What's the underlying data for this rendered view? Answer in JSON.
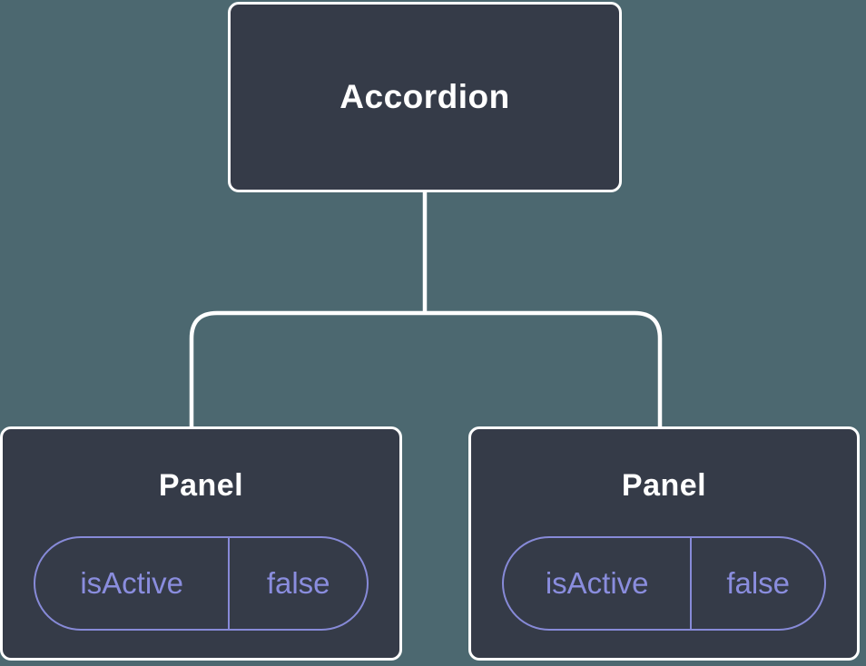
{
  "tree": {
    "root": {
      "label": "Accordion"
    },
    "children": [
      {
        "label": "Panel",
        "state": {
          "name": "isActive",
          "value": "false"
        }
      },
      {
        "label": "Panel",
        "state": {
          "name": "isActive",
          "value": "false"
        }
      }
    ]
  },
  "colors": {
    "background": "#4c6870",
    "node_fill": "#353b48",
    "node_border": "#ffffff",
    "connector": "#ffffff",
    "state_accent": "#878ad8",
    "node_text": "#ffffff"
  }
}
